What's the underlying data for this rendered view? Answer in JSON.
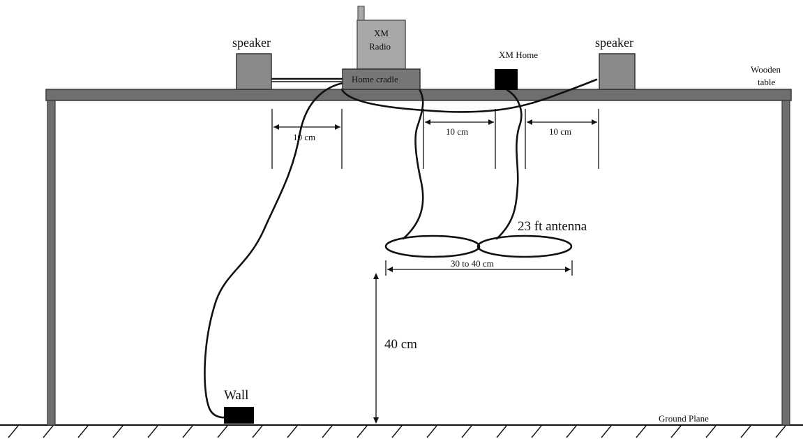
{
  "labels": {
    "speaker_left": "speaker",
    "speaker_right": "speaker",
    "radio_line1": "XM",
    "radio_line2": "Radio",
    "home_cradle": "Home cradle",
    "xm_home": "XM Home",
    "table_line1": "Wooden",
    "table_line2": "table",
    "dim_left": "10 cm",
    "dim_mid": "10 cm",
    "dim_right": "10 cm",
    "antenna": "23 ft antenna",
    "loop_span": "30 to 40 cm",
    "height": "40 cm",
    "wall": "Wall",
    "ground": "Ground Plane"
  },
  "colors": {
    "table": "#6e6e6e",
    "table_edge": "#3a3a3a",
    "speaker": "#8a8a8a",
    "radio": "#a8a8a8",
    "cradle": "#777777",
    "xm_home_box": "#000000",
    "wall_box": "#000000",
    "line": "#111111"
  }
}
